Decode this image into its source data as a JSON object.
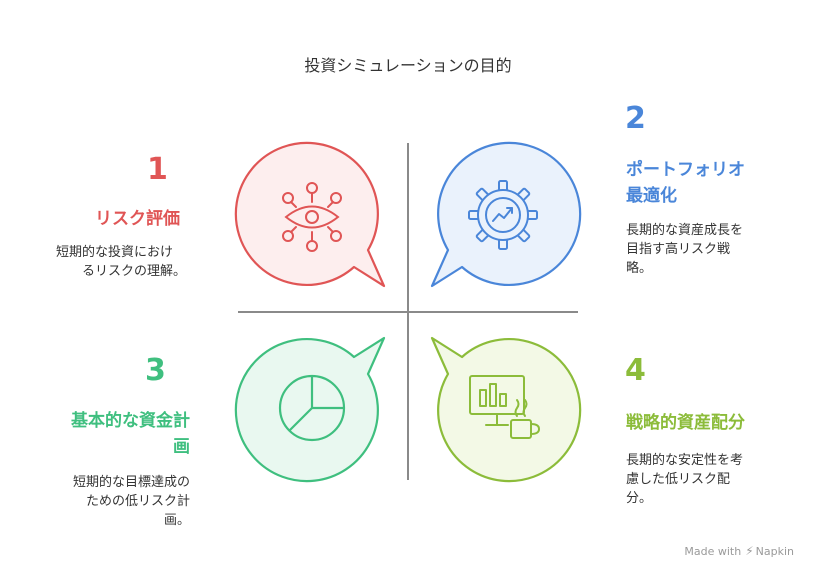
{
  "title": "投資シミュレーションの目的",
  "quadrants": [
    {
      "number": "1",
      "heading": "リスク評価",
      "description_lines": [
        "短期的な投資におけ",
        "るリスクの理解。"
      ],
      "icon": "network-eye-icon",
      "color": "#e05555",
      "fill": "#fdeeee"
    },
    {
      "number": "2",
      "heading_lines": [
        "ポートフォリオ",
        "最適化"
      ],
      "description_lines": [
        "長期的な資産成長を",
        "目指す高リスク戦",
        "略。"
      ],
      "icon": "gear-chart-icon",
      "color": "#4a86d9",
      "fill": "#eaf2fc"
    },
    {
      "number": "3",
      "heading_lines": [
        "基本的な資金計",
        "画"
      ],
      "description_lines": [
        "短期的な目標達成の",
        "ための低リスク計",
        "画。"
      ],
      "icon": "pie-chart-icon",
      "color": "#3fbf7f",
      "fill": "#e9f8f0"
    },
    {
      "number": "4",
      "heading": "戦略的資産配分",
      "description_lines": [
        "長期的な安定性を考",
        "慮した低リスク配",
        "分。"
      ],
      "icon": "monitor-coffee-icon",
      "color": "#8cbc3a",
      "fill": "#f3f9e6"
    }
  ],
  "footer": {
    "made_with": "Made with",
    "brand": "Napkin"
  }
}
